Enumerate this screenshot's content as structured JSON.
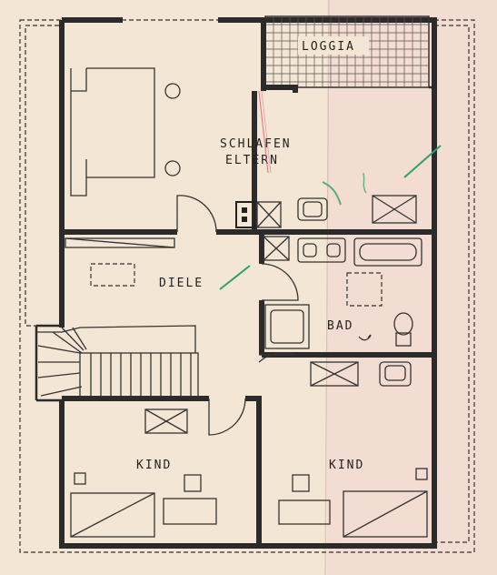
{
  "rooms": {
    "loggia": "LOGGIA",
    "schlafen_line1": "SCHLAFEN",
    "schlafen_line2": "ELTERN",
    "diele": "DIELE",
    "bad": "BAD",
    "kind_left": "KIND",
    "kind_right": "KIND"
  },
  "colors": {
    "paper": "#f3e6d4",
    "paper_pink": "#f2d3d0",
    "ink": "#2b2b2b",
    "green_mark": "#2aa36a",
    "red_mark": "#e0557a"
  }
}
